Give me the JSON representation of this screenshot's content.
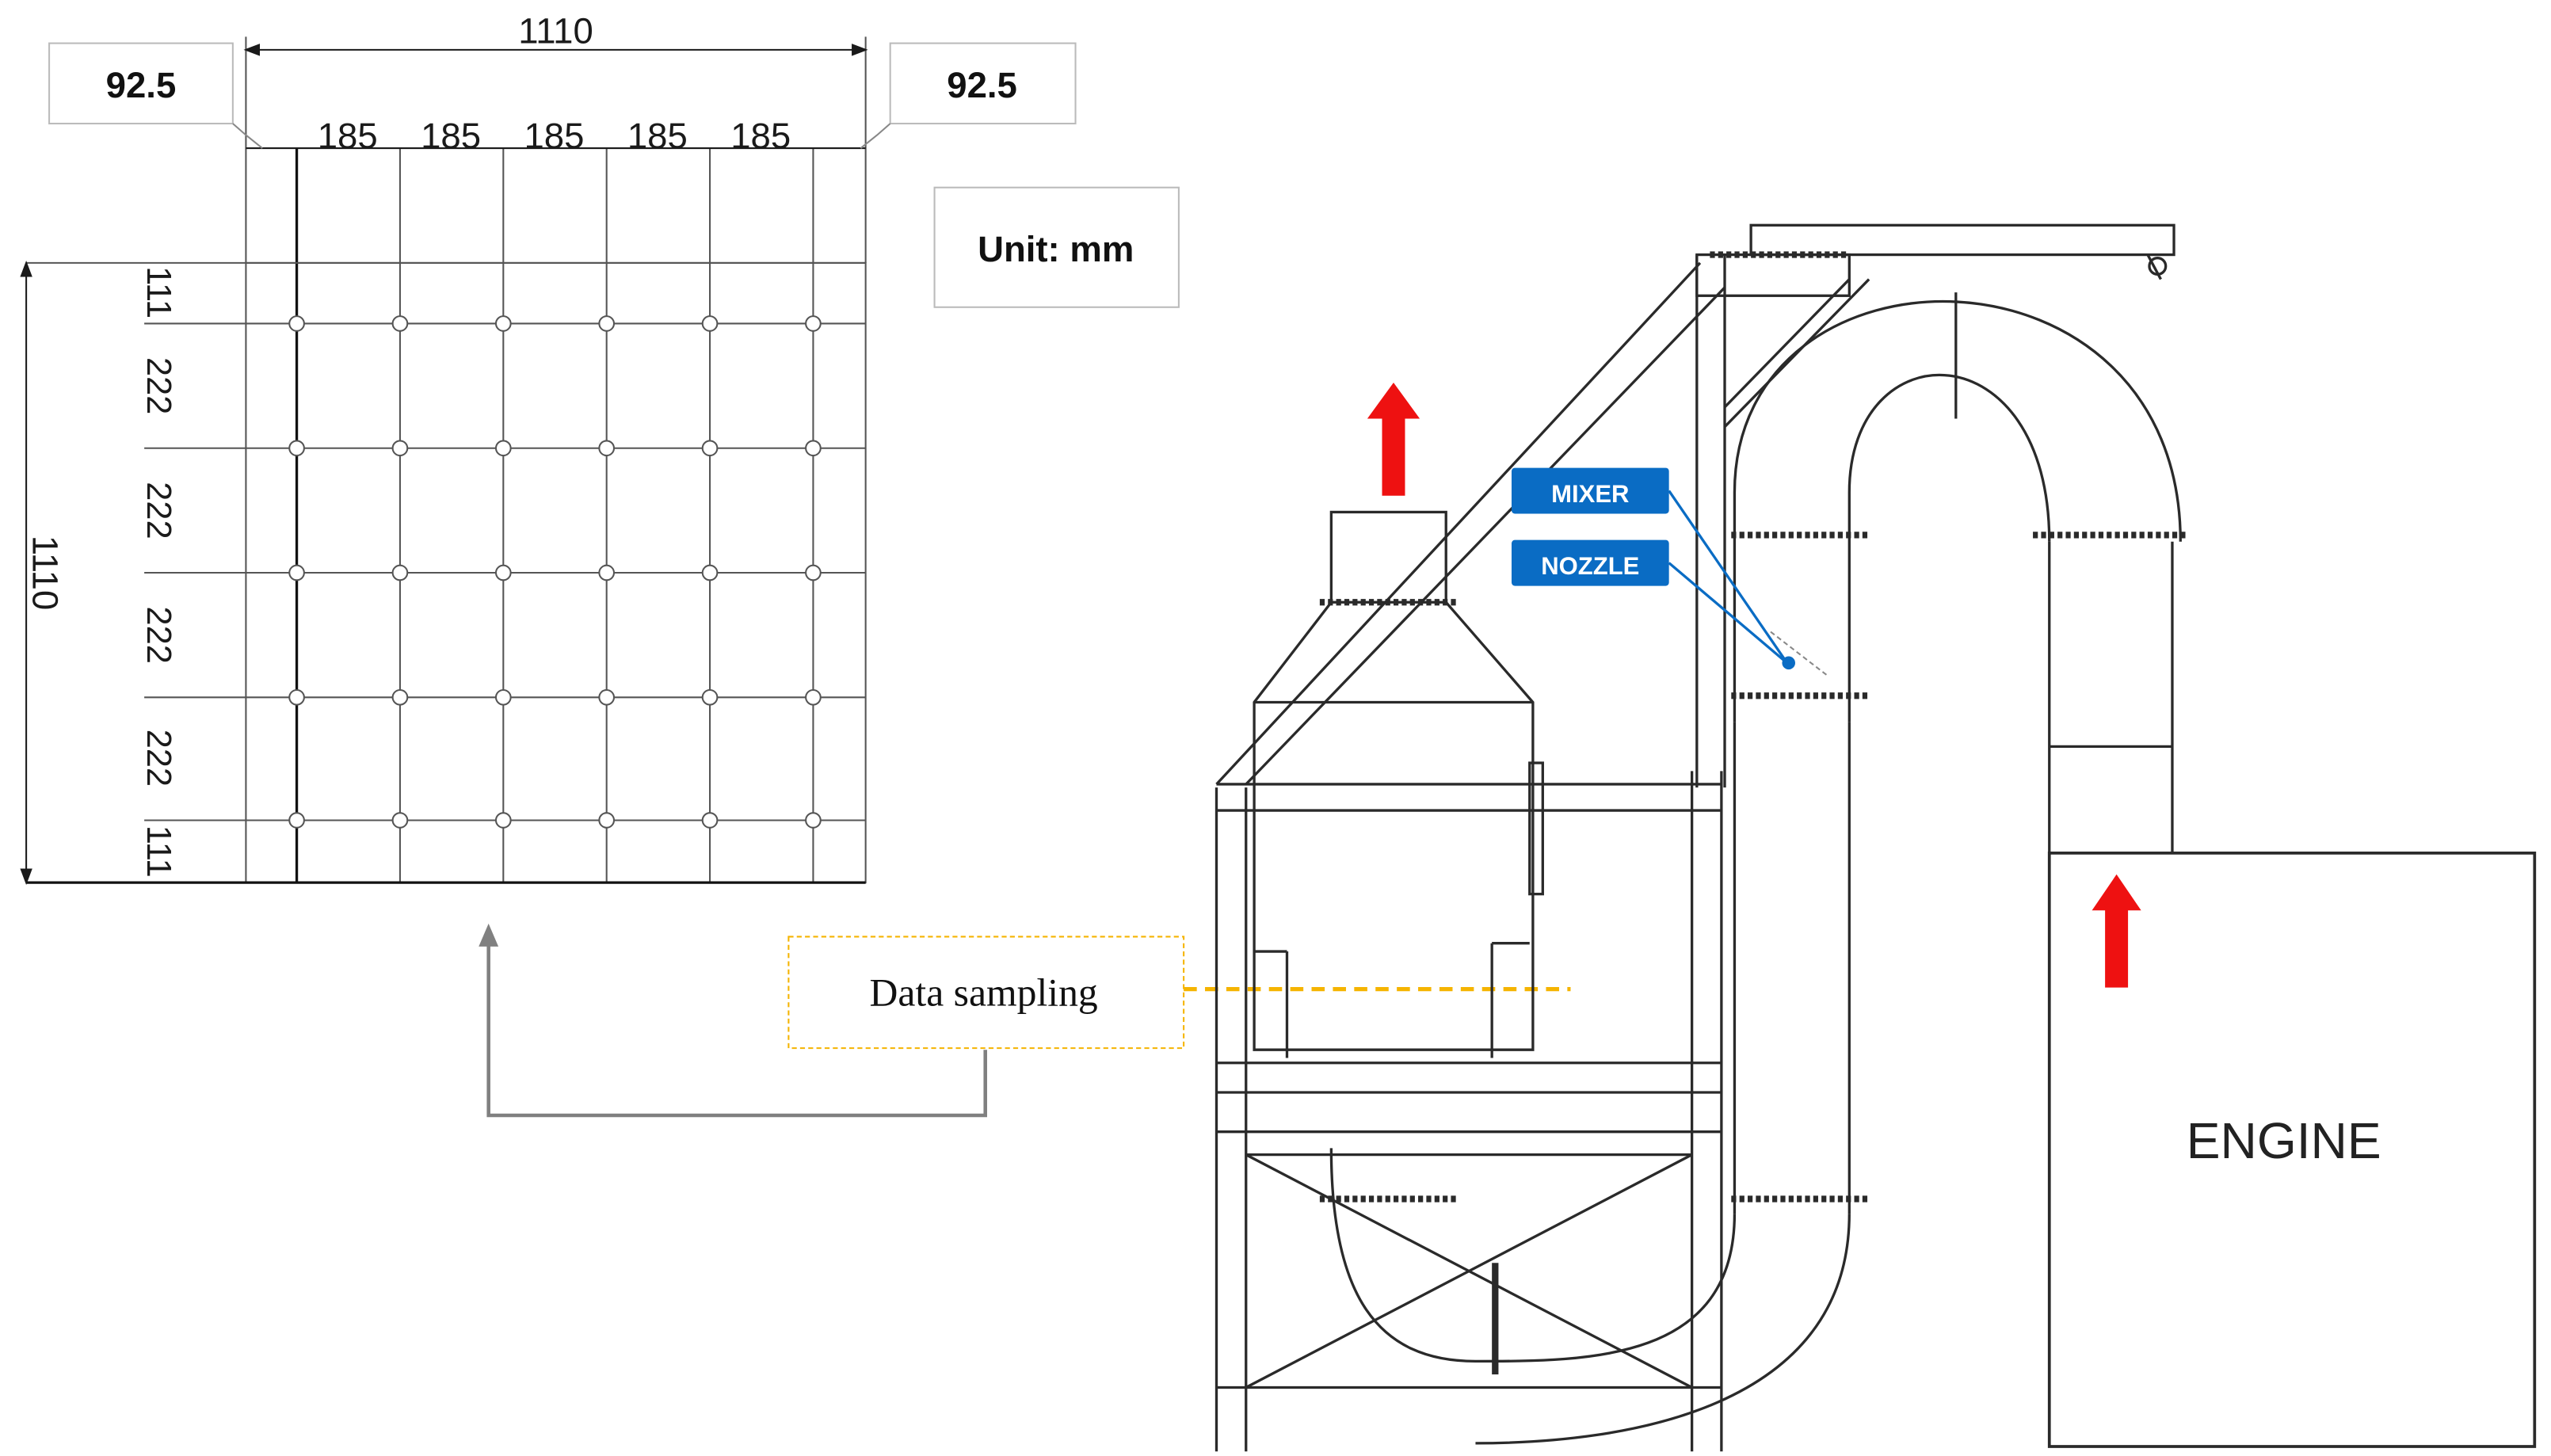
{
  "grid": {
    "overall_width": "1110",
    "overall_height": "1110",
    "left_margin": "92.5",
    "right_margin": "92.5",
    "unit_label": "Unit: mm",
    "column_spacings": [
      "185",
      "185",
      "185",
      "185",
      "185"
    ],
    "row_spacings": [
      "111",
      "222",
      "222",
      "222",
      "222",
      "111"
    ]
  },
  "labels": {
    "data_sampling": "Data sampling",
    "mixer": "MIXER",
    "nozzle": "NOZZLE",
    "engine": "ENGINE"
  },
  "colors": {
    "line": "#1a1a1a",
    "grid_line": "#555555",
    "tag_blue": "#0a6cc4",
    "arrow_red": "#ee1111",
    "sampling_orange": "#f5b400",
    "connector_gray": "#808080"
  }
}
